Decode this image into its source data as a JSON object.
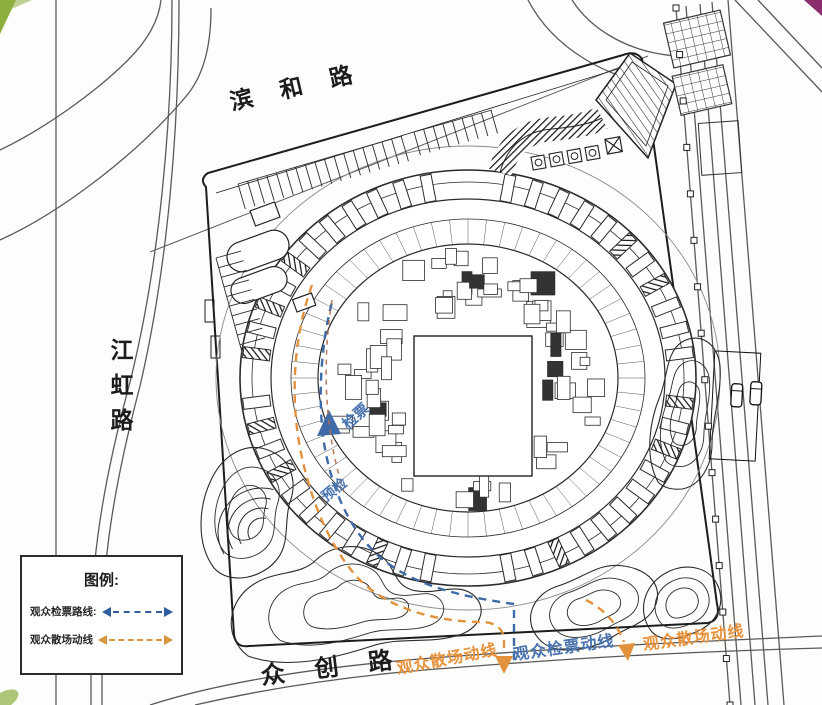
{
  "site_plan": {
    "roads": {
      "top": "滨和路",
      "left": "江虹路",
      "bottom": "众创路"
    },
    "legend": {
      "title": "图例:",
      "items": [
        {
          "name": "audience-ticket-check-route",
          "label": "观众检票路线:",
          "color": "#2f5d9e"
        },
        {
          "name": "audience-egress-route",
          "label": "观众散场动线",
          "color": "#d8963f"
        }
      ]
    },
    "route_labels": {
      "egress_left": "观众散场动线",
      "ticket_center": "观众检票动线",
      "egress_right": "观众散场动线",
      "check_point": "检票",
      "pre_check": "预检"
    },
    "colors": {
      "route_blue": "#3e6ba8",
      "route_orange": "#e2923c",
      "route_inner_brown": "#b06a4a",
      "ink": "#2b2b2b",
      "road": "#5a5a5a",
      "green_accent": "#8cae3f",
      "magenta_accent": "#8b2d6e",
      "label_blue": "#4a74b0",
      "label_orange": "#e8933c"
    }
  }
}
